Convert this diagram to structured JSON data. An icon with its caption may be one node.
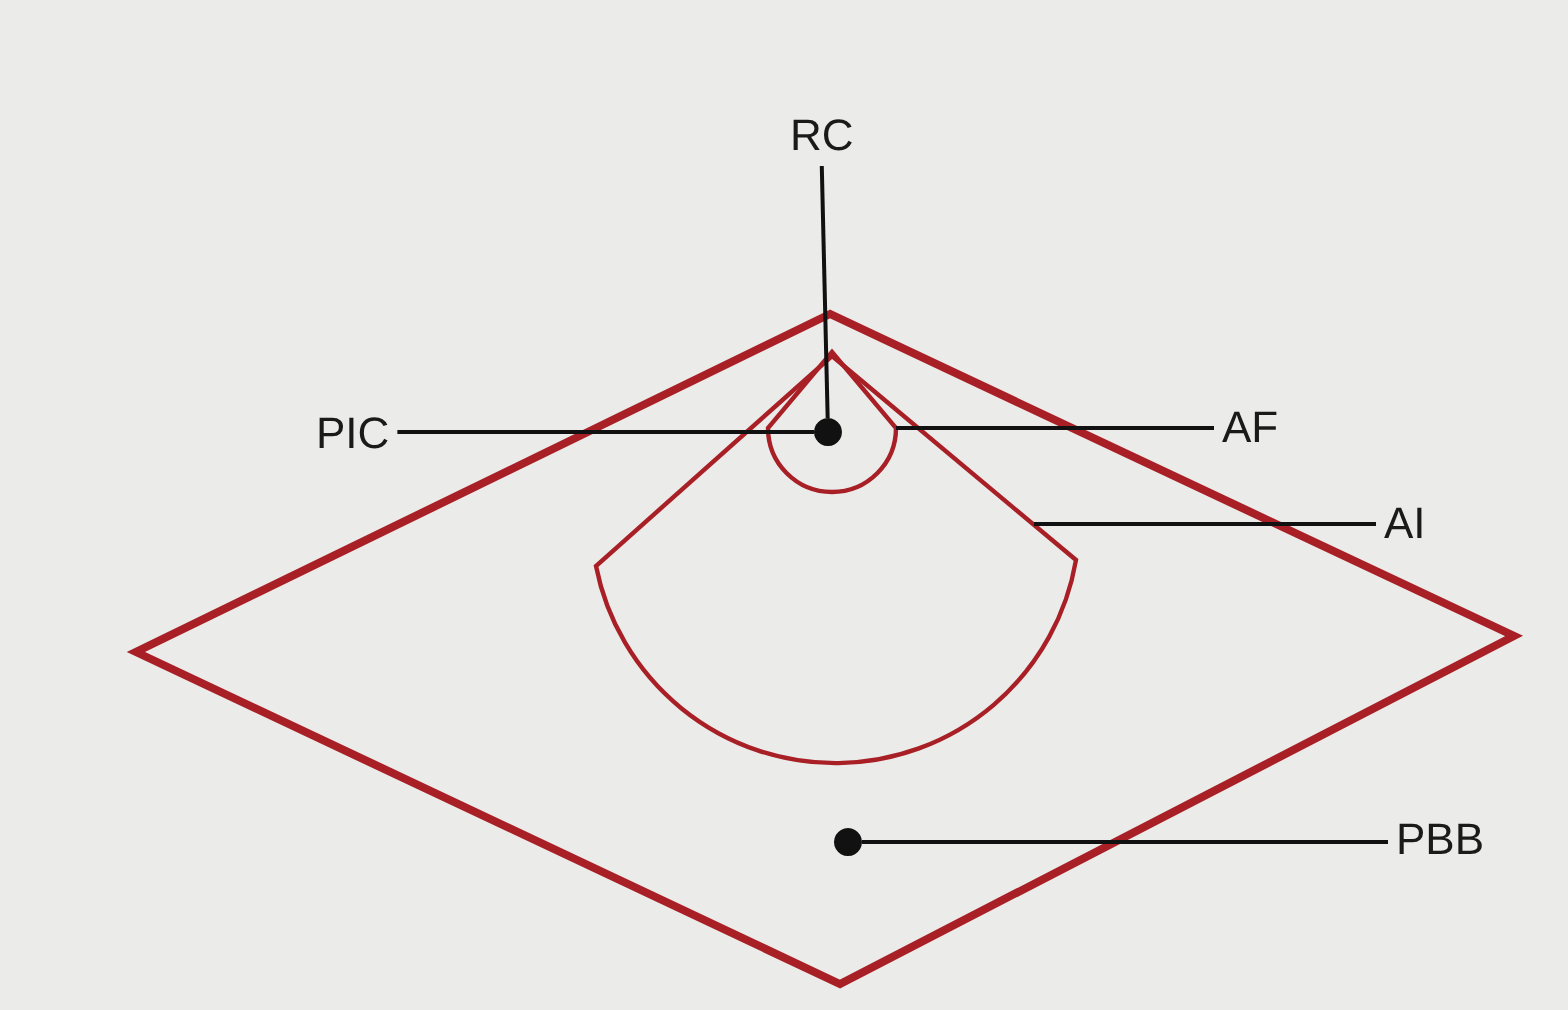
{
  "diagram": {
    "nodes": [
      {
        "text": [
          "RC"
        ]
      },
      {
        "text": [
          "PIC"
        ]
      },
      {
        "text": [
          "AF"
        ]
      },
      {
        "text": [
          "AI"
        ]
      },
      {
        "text": [
          "PBB"
        ]
      },
      {
        "text": [],
        "shape": "diamond"
      },
      {
        "text": [],
        "shape": "sector",
        "in": 5
      },
      {
        "text": [],
        "shape": "semicircle",
        "in": 6
      },
      {
        "text": [],
        "shape": "circle",
        "in": 7
      },
      {
        "text": [],
        "shape": "circle",
        "in": 5
      }
    ],
    "edges": [
      {
        "from": 0,
        "to": 8,
        "arrow": "none"
      },
      {
        "from": 1,
        "to": 8,
        "arrow": "none"
      },
      {
        "from": 2,
        "to": 7,
        "arrow": "none"
      },
      {
        "from": 3,
        "to": 6,
        "arrow": "none"
      },
      {
        "from": 4,
        "to": 9,
        "arrow": "none"
      }
    ]
  }
}
